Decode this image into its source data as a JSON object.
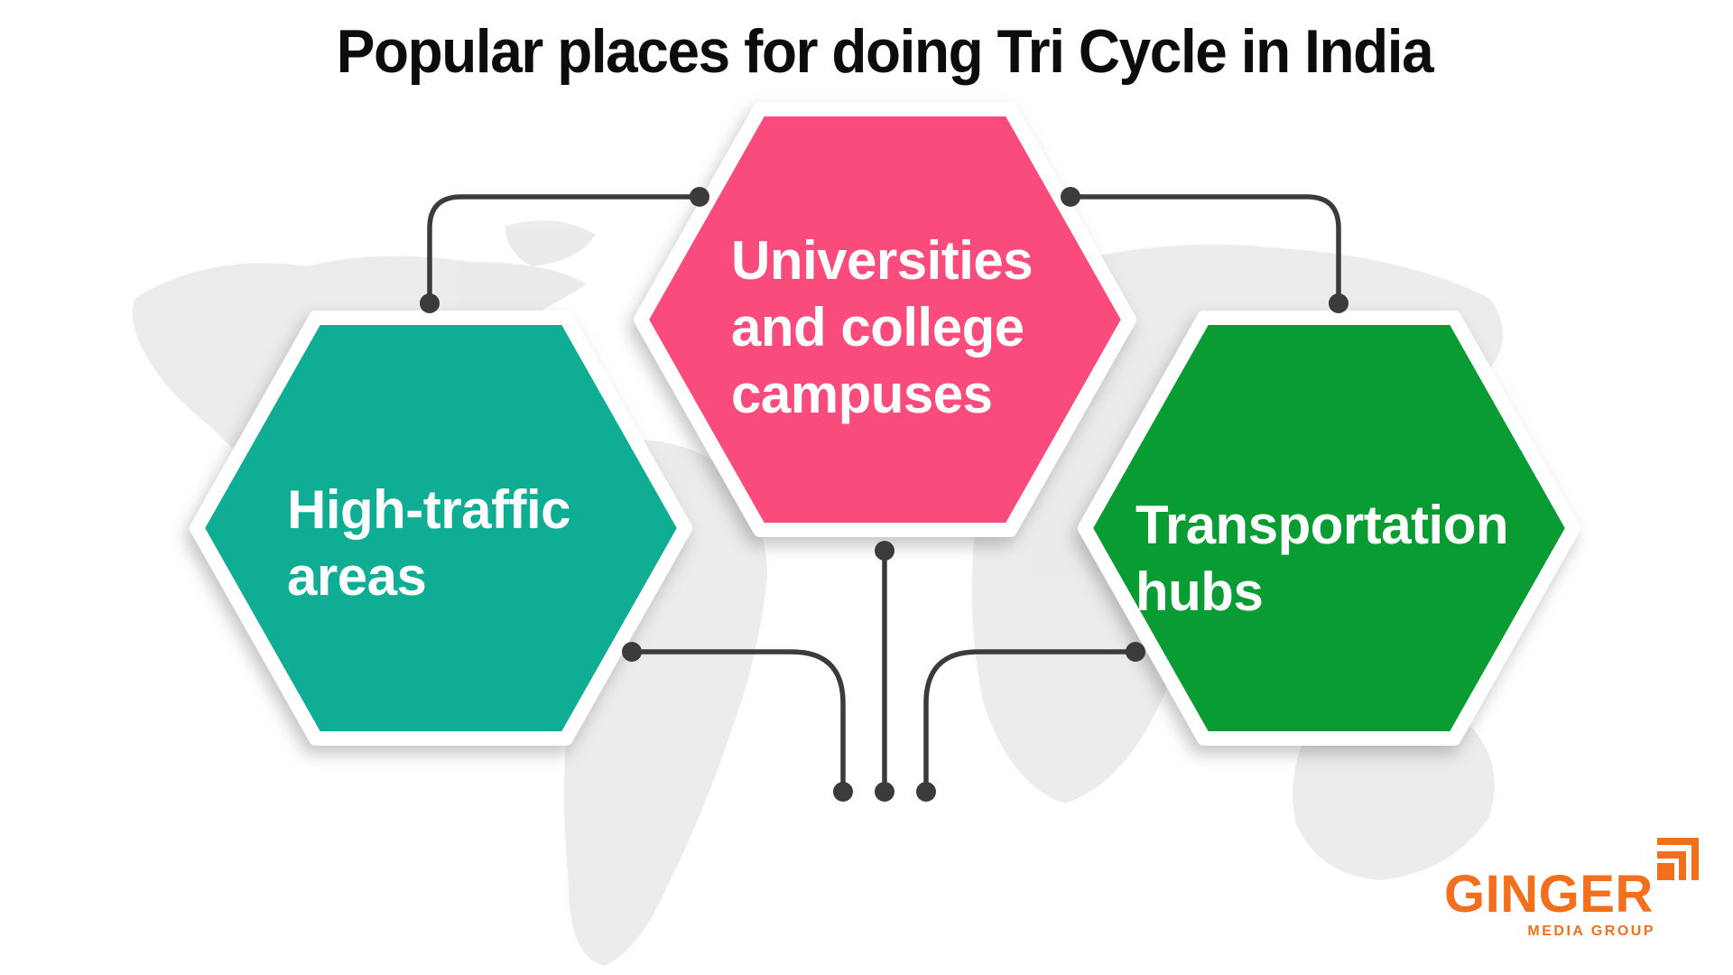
{
  "title": "Popular places for doing Tri Cycle in India",
  "hexagons": [
    {
      "id": "high-traffic",
      "color": "#0FAD94",
      "lines": [
        "High-traffic",
        "areas"
      ]
    },
    {
      "id": "universities",
      "color": "#FA4C7C",
      "lines": [
        "Universities",
        "and college",
        "campuses"
      ]
    },
    {
      "id": "transportation",
      "color": "#089C33",
      "lines": [
        "Transportation",
        "hubs"
      ]
    }
  ],
  "connector_color": "#3B3B3B",
  "map_color": "#ECEAEA",
  "logo": {
    "name": "GINGER",
    "subtitle": "MEDIA GROUP",
    "color": "#F2701D"
  }
}
